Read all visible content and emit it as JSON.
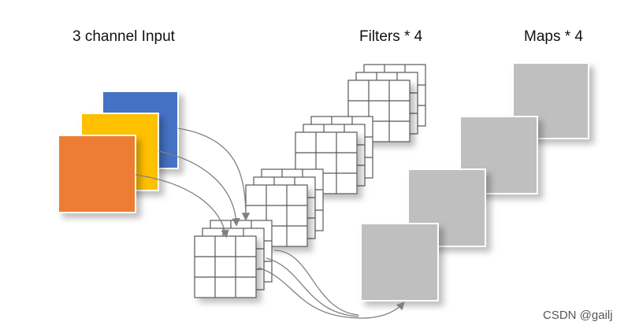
{
  "labels": {
    "input": "3 channel Input",
    "filters": "Filters * 4",
    "maps": "Maps * 4"
  },
  "watermark": "CSDN @gailj",
  "colors": {
    "channel_blue": "#4472C4",
    "channel_yellow": "#FFC000",
    "channel_orange": "#ED7D31",
    "map_gray": "#BFBFBF",
    "grid_line": "#595959",
    "arrow": "#808080"
  }
}
